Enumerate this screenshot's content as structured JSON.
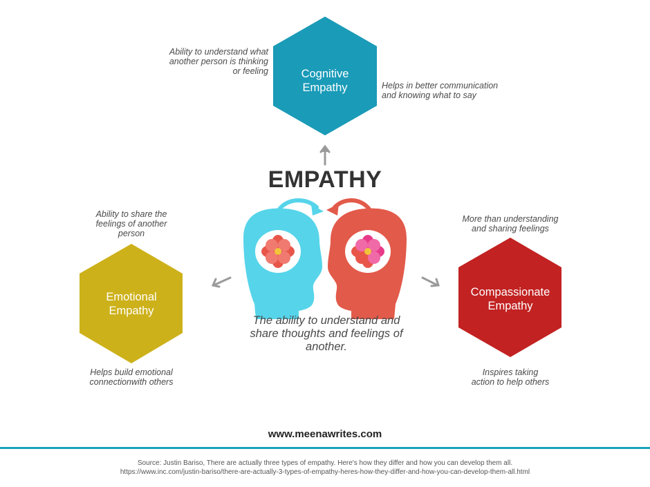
{
  "title": "EMPATHY",
  "subtitle": "The ability to understand and share thoughts and feelings of another.",
  "colors": {
    "cognitive": "#1a9bb8",
    "emotional": "#cdb11a",
    "compassionate": "#c22222",
    "head_left": "#56d4ea",
    "head_right": "#e25a4a",
    "arrow_gray": "#9a9a9a",
    "rule": "#1aa3b8"
  },
  "cognitive": {
    "label_line1": "Cognitive",
    "label_line2": "Empathy",
    "note_left": [
      "Ability to understand what",
      "another person is thinking",
      "or feeling"
    ],
    "note_right": [
      "Helps in better communication",
      "and knowing what to say"
    ]
  },
  "emotional": {
    "label_line1": "Emotional",
    "label_line2": "Empathy",
    "note_top": [
      "Ability to share the",
      "feelings of another",
      "person"
    ],
    "note_bottom": [
      "Helps build emotional",
      "connectionwith others"
    ]
  },
  "compassionate": {
    "label_line1": "Compassionate",
    "label_line2": "Empathy",
    "note_top": [
      "More than understanding",
      "and sharing feelings"
    ],
    "note_bottom": [
      "Inspires taking",
      "action to help others"
    ]
  },
  "footer": {
    "site": "www.meenawrites.com",
    "source_line1": "Source: Justin Bariso, There are actually three types of empathy. Here's how they differ and how you can develop them all.",
    "source_line2": "https://www.inc.com/justin-bariso/there-are-actually-3-types-of-empathy-heres-how-they-differ-and-how-you-can-develop-them-all.html"
  }
}
